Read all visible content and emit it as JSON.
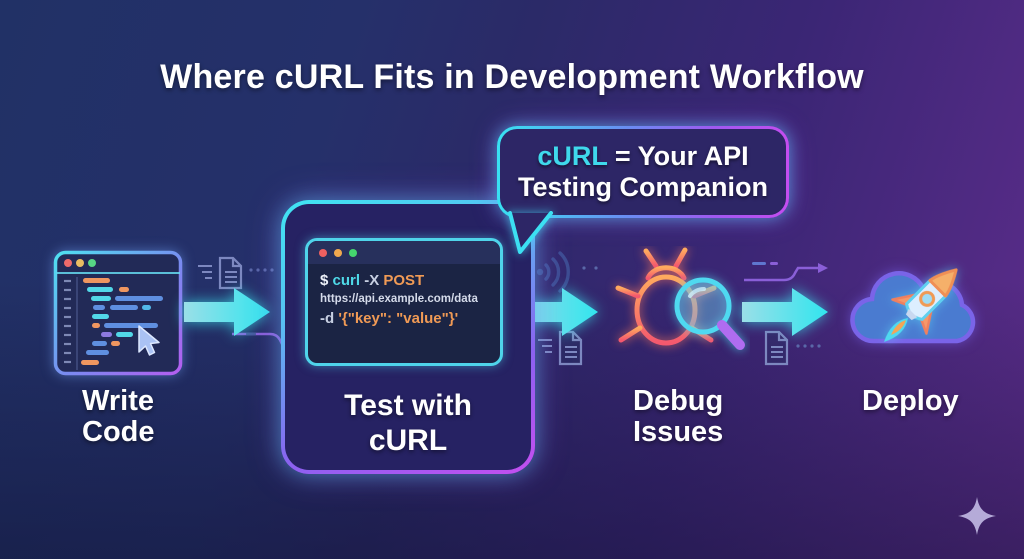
{
  "header": {
    "title": "Where cURL Fits in Development Workflow"
  },
  "bubble": {
    "highlight": "cURL",
    "line1_rest": " = Your API",
    "line2": "Testing Companion"
  },
  "terminal": {
    "prompt": "$ ",
    "command": "curl ",
    "flag": "-X ",
    "method": "POST",
    "url": "https://api.example.com/data",
    "data_flag": "-d ",
    "payload": "'{\"key\": \"value\"}'"
  },
  "stages": [
    {
      "icon": "code-editor-icon",
      "lines": [
        "Write",
        "Code"
      ]
    },
    {
      "icon": "terminal-window-icon",
      "lines": [
        "Test with",
        "cURL"
      ]
    },
    {
      "icon": "bug-magnifier-icon",
      "lines": [
        "Debug",
        "Issues"
      ]
    },
    {
      "icon": "cloud-rocket-icon",
      "lines": [
        "Deploy"
      ]
    }
  ],
  "colors": {
    "accent_cyan": "#3fd9ec",
    "accent_purple": "#c44df0",
    "arrow_cyan": "#31e5ee",
    "bug_orange": "#ff7a5a",
    "method_orange": "#f09a55",
    "bg_navy": "#213166",
    "bg_purple": "#5e2d8c"
  }
}
